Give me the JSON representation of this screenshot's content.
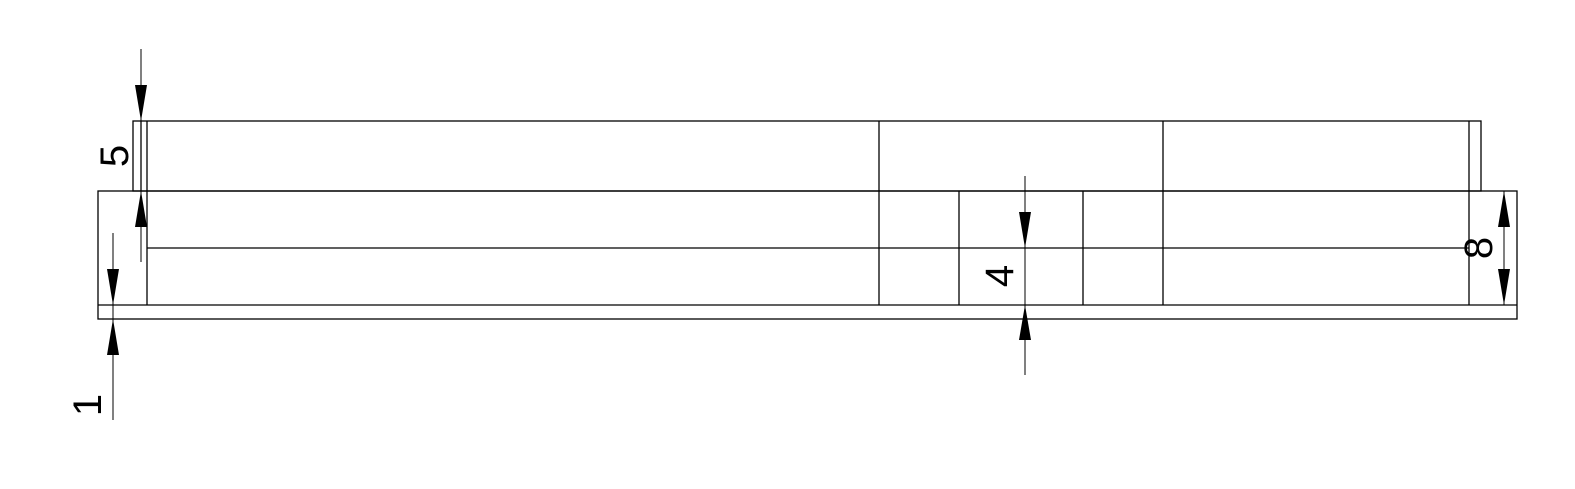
{
  "drawing": {
    "line_color": "#000000",
    "background": "#ffffff"
  },
  "dimensions": {
    "dim_1": "1",
    "dim_4": "4",
    "dim_5": "5",
    "dim_8": "8"
  }
}
